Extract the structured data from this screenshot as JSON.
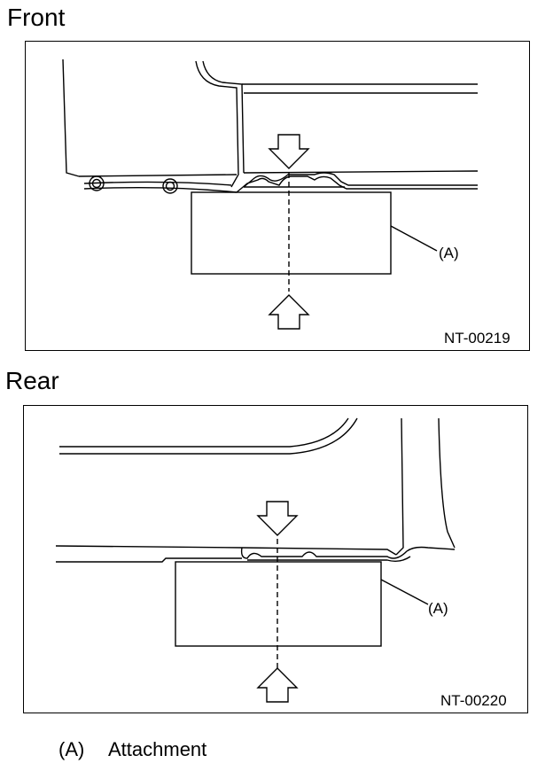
{
  "front": {
    "heading": "Front",
    "figure_code": "NT-00219",
    "callout": "(A)"
  },
  "rear": {
    "heading": "Rear",
    "figure_code": "NT-00220",
    "callout": "(A)"
  },
  "legend": {
    "key": "(A)",
    "text": "Attachment"
  }
}
